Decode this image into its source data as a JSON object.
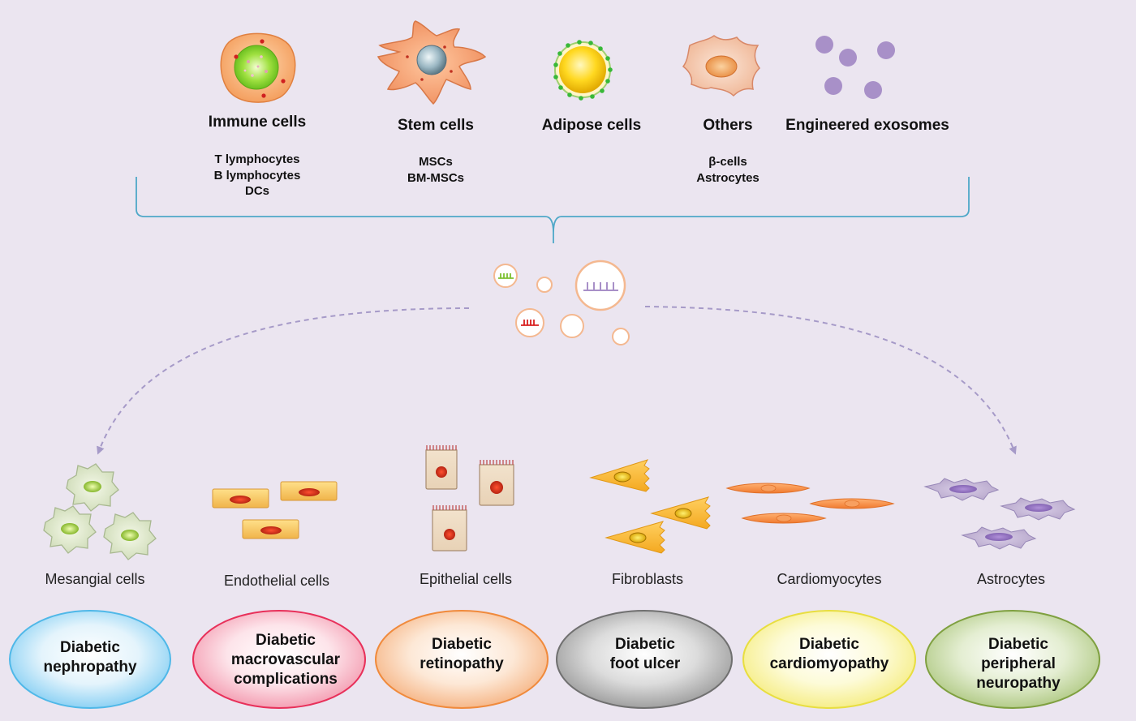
{
  "sources": [
    {
      "id": "immune",
      "title": "Immune cells",
      "items": [
        "T lymphocytes",
        "B lymphocytes",
        "DCs"
      ]
    },
    {
      "id": "stem",
      "title": "Stem cells",
      "items": [
        "MSCs",
        "BM-MSCs"
      ]
    },
    {
      "id": "adipose",
      "title": "Adipose cells",
      "items": []
    },
    {
      "id": "others",
      "title": "Others",
      "items": [
        "β-cells",
        "Astrocytes"
      ]
    },
    {
      "id": "engineered",
      "title": "Engineered exosomes",
      "items": []
    }
  ],
  "targets": [
    {
      "id": "mesangial",
      "label": "Mesangial cells",
      "disease": [
        "Diabetic",
        "nephropathy"
      ],
      "color": "#4fb8e8"
    },
    {
      "id": "endothelial",
      "label": "Endothelial cells",
      "disease": [
        "Diabetic",
        "macrovascular",
        "complications"
      ],
      "color": "#e8305a"
    },
    {
      "id": "epithelial",
      "label": "Epithelial cells",
      "disease": [
        "Diabetic",
        "retinopathy"
      ],
      "color": "#f08a3c"
    },
    {
      "id": "fibroblasts",
      "label": "Fibroblasts",
      "disease": [
        "Diabetic",
        "foot ulcer"
      ],
      "color": "#707070"
    },
    {
      "id": "cardiomyocytes",
      "label": "Cardiomyocytes",
      "disease": [
        "Diabetic",
        "cardiomyopathy"
      ],
      "color": "#e8de40"
    },
    {
      "id": "astrocytes",
      "label": "Astrocytes",
      "disease": [
        "Diabetic",
        "peripheral",
        "neuropathy"
      ],
      "color": "#7fa040"
    }
  ]
}
